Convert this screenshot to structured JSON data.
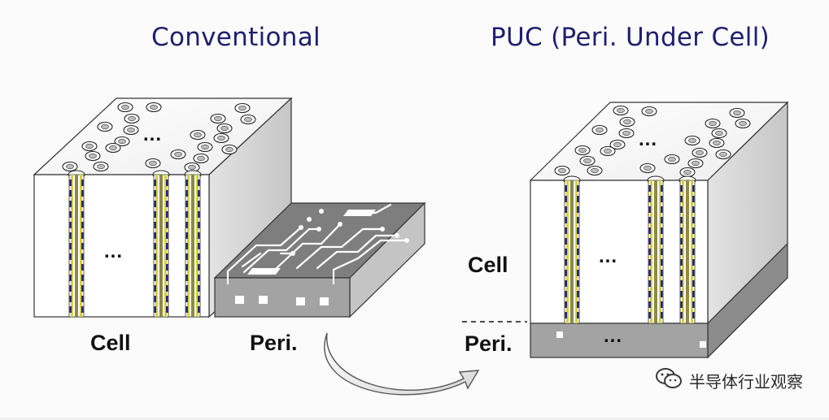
{
  "titles": {
    "left": "Conventional",
    "right": "PUC (Peri. Under Cell)"
  },
  "labels": {
    "left_cell": "Cell",
    "left_peri": "Peri.",
    "right_cell": "Cell",
    "right_peri": "Peri."
  },
  "ellipsis": "...",
  "watermark": {
    "text": "半导体行业观察",
    "icon": "wechat-icon"
  },
  "colors": {
    "title": "#1e1f6e",
    "label": "#111111",
    "cell_front": "#ffffff",
    "cell_side": "#d2d2d2",
    "peri_front": "#a3a3a3",
    "peri_top": "#7e7e7e",
    "channel_blue": "#1f2b7a",
    "channel_yellow": "#d9cf3a",
    "arrow": "#6a6a6a"
  }
}
